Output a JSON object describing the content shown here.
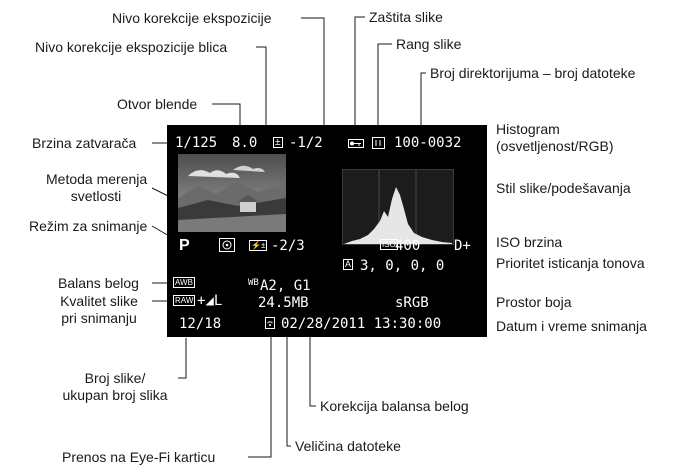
{
  "labels": {
    "exposure_comp_level": "Nivo korekcije ekspozicije",
    "flash_exposure_comp_level": "Nivo korekcije ekspozicije blica",
    "aperture": "Otvor blende",
    "shutter_speed": "Brzina zatvarača",
    "metering_mode_line1": "Metoda merenja",
    "metering_mode_line2": "svetlosti",
    "shooting_mode": "Režim za snimanje",
    "white_balance": "Balans belog",
    "image_quality_line1": "Kvalitet slike",
    "image_quality_line2": "pri snimanju",
    "image_number_line1": "Broj slike/",
    "image_number_line2": "ukupan broj slika",
    "eyefi_transfer": "Prenos na Eye-Fi karticu",
    "file_size": "Veličina datoteke",
    "wb_correction": "Korekcija balansa belog",
    "protect": "Zaštita slike",
    "rating": "Rang slike",
    "folder_file_number": "Broj direktorijuma – broj datoteke",
    "histogram_line1": "Histogram",
    "histogram_line2": "(osvetljenost/RGB)",
    "picture_style": "Stil slike/podešavanja",
    "iso_speed": "ISO brzina",
    "highlight_tone_priority": "Prioritet isticanja tonova",
    "color_space": "Prostor boja",
    "date_time": "Datum i vreme snimanja"
  },
  "screen": {
    "shutter": "1/125",
    "aperture": "8.0",
    "exposure_comp": "-1/2",
    "protect_icon": "key-icon",
    "folder_file": "100-0032",
    "mode": "P",
    "flash_comp": "-2/3",
    "iso_value": "400",
    "iso_badge": "ISO",
    "htp": "D+",
    "wb_badge": "AWB",
    "picture_style_badge": "A",
    "picture_style_values": "3, 0, 0, 0",
    "quality_badge": "RAW",
    "quality_suffix": "+◢L",
    "wb_shift": "A2, G1",
    "wb_shift_badge": "WB",
    "file_size": "24.5MB",
    "color_space": "sRGB",
    "image_count": "12/18",
    "datetime": "02/28/2011 13:30:00"
  },
  "colors": {
    "screen_bg": "#000000",
    "text": "#1a1a1a",
    "screen_text": "#ffffff"
  }
}
